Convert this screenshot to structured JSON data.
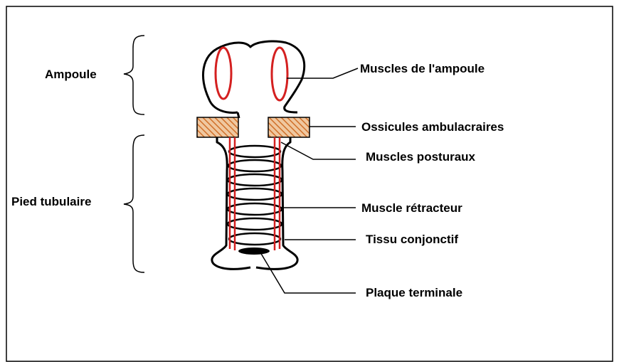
{
  "diagram": {
    "labels": {
      "ampoule": "Ampoule",
      "pied_tubulaire": "Pied tubulaire",
      "muscles_ampoule": "Muscles de l'ampoule",
      "ossicules": "Ossicules ambulacraires",
      "muscles_posturaux": "Muscles posturaux",
      "muscle_retracteur": "Muscle rétracteur",
      "tissu_conjonctif": "Tissu conjonctif",
      "plaque_terminale": "Plaque terminale"
    },
    "colors": {
      "outline": "#000000",
      "muscle": "#d42020",
      "ossicle_fill": "#f0c8a0",
      "ossicle_hatch": "#d0702a",
      "terminal_plate": "#000000"
    }
  }
}
